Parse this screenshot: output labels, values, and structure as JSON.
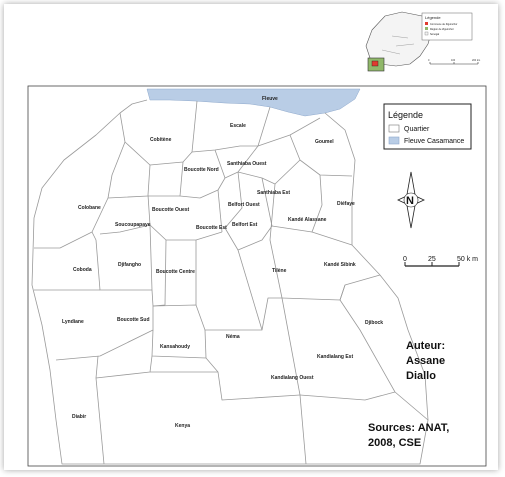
{
  "inset_legend": {
    "title": "Légende",
    "items": [
      "Commune de Ziguinchor",
      "Région de Ziguinchor",
      "Sénégal"
    ],
    "scale": [
      "0",
      "100",
      "200 km"
    ]
  },
  "map": {
    "river_label": "Fleuve",
    "quartiers": [
      "Cobitène",
      "Escale",
      "Goumel",
      "Boucotte Nord",
      "Santhiaba Ouest",
      "Santhiaba Est",
      "Colobane",
      "Boucotte Ouest",
      "Belfort Ouest",
      "Diéfaye",
      "Kandé Alassane",
      "Soucoupapaye",
      "Boucotte Est",
      "Belfort Est",
      "Djifangho",
      "Coboda",
      "Boucotte Centre",
      "Tilène",
      "Kandé Sibink",
      "Lyndiane",
      "Boucotte Sud",
      "Djibock",
      "Kansahoudy",
      "Néma",
      "Kandialang Est",
      "Kandialang Ouest",
      "Diabir",
      "Kenya"
    ]
  },
  "legend": {
    "title": "Légende",
    "items": [
      {
        "label": "Quartier",
        "color": "#ffffff"
      },
      {
        "label": "Fleuve Casamance",
        "color": "#b9cde6"
      }
    ]
  },
  "north_arrow": "N",
  "scale_bar": {
    "ticks": [
      "0",
      "25",
      "50 k m"
    ]
  },
  "author": {
    "line1": "Auteur:",
    "line2": "Assane",
    "line3": "Diallo"
  },
  "sources": {
    "line1": "Sources: ANAT,",
    "line2": "2008, CSE"
  }
}
